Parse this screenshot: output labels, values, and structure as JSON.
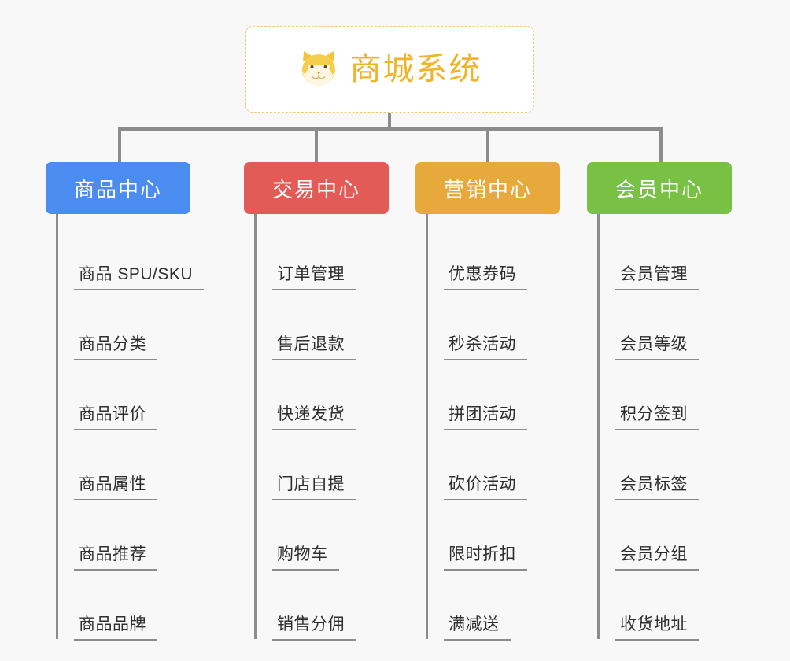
{
  "background_color": "#f8f8f8",
  "root": {
    "title": "商城系统",
    "logo_icon": "shiba-dog-face-icon",
    "title_color": "#f0b429",
    "border_color": "#f0c878"
  },
  "connector_color": "#8c8c8c",
  "columns": [
    {
      "id": "product-center",
      "label": "商品中心",
      "color": "#4a8cf0",
      "items": [
        "商品 SPU/SKU",
        "商品分类",
        "商品评价",
        "商品属性",
        "商品推荐",
        "商品品牌"
      ]
    },
    {
      "id": "trade-center",
      "label": "交易中心",
      "color": "#e35b57",
      "items": [
        "订单管理",
        "售后退款",
        "快递发货",
        "门店自提",
        "购物车",
        "销售分佣"
      ]
    },
    {
      "id": "marketing-center",
      "label": "营销中心",
      "color": "#e8a93c",
      "items": [
        "优惠券码",
        "秒杀活动",
        "拼团活动",
        "砍价活动",
        "限时折扣",
        "满减送"
      ]
    },
    {
      "id": "member-center",
      "label": "会员中心",
      "color": "#78c144",
      "items": [
        "会员管理",
        "会员等级",
        "积分签到",
        "会员标签",
        "会员分组",
        "收货地址"
      ]
    }
  ]
}
